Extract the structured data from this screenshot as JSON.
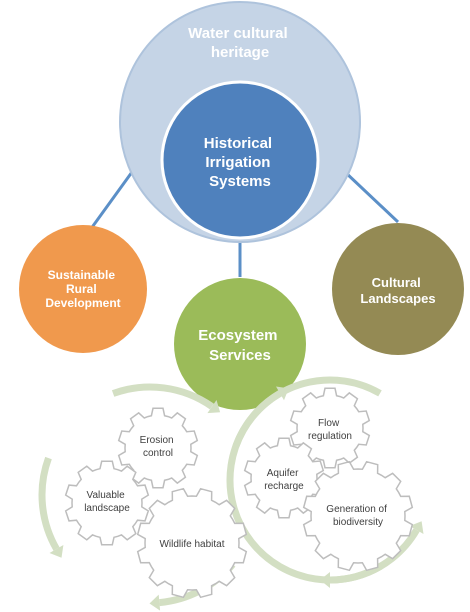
{
  "colors": {
    "outer_circle": "#c5d4e6",
    "outer_circle_stroke": "#aec3dc",
    "inner_circle": "#4f81bd",
    "connector": "#5b8fc7",
    "orange_node": "#f0994d",
    "green_node": "#9bbb59",
    "olive_node": "#948a54",
    "gear_stroke": "#bdbdbd",
    "cycle_arrow": "#d3dfc3",
    "white_text": "#ffffff",
    "dark_text": "#404040"
  },
  "hierarchy": {
    "outer_label": [
      "Water cultural",
      "heritage"
    ],
    "core_label": [
      "Historical",
      "Irrigation",
      "Systems"
    ]
  },
  "nodes": {
    "rural": [
      "Sustainable",
      "Rural",
      "Development"
    ],
    "ecosystem": [
      "Ecosystem",
      "Services"
    ],
    "landscapes": [
      "Cultural",
      "Landscapes"
    ]
  },
  "gears_left": {
    "erosion": [
      "Erosion",
      "control"
    ],
    "valuable": [
      "Valuable",
      "landscape"
    ],
    "wildlife": [
      "Wildlife habitat"
    ]
  },
  "gears_right": {
    "flow": [
      "Flow",
      "regulation"
    ],
    "aquifer": [
      "Aquifer",
      "recharge"
    ],
    "biodiversity": [
      "Generation of",
      "biodiversity"
    ]
  }
}
